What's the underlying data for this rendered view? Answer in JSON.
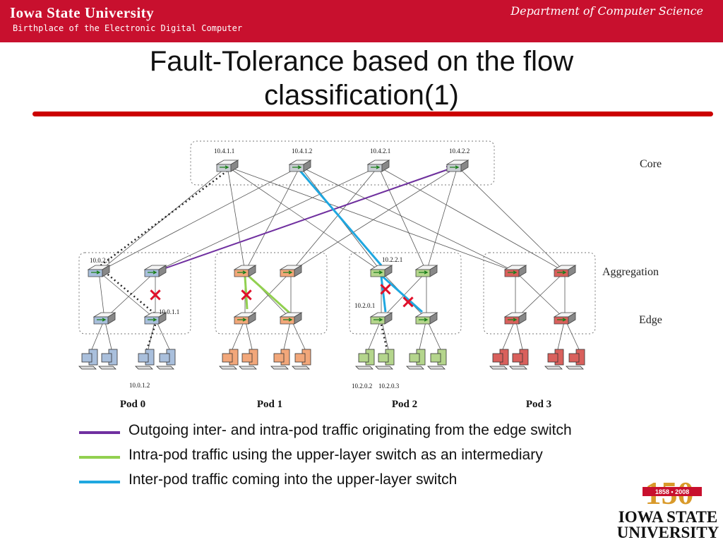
{
  "header": {
    "university": "Iowa State University",
    "tagline": "Birthplace of the Electronic Digital Computer",
    "department": "Department of Computer Science",
    "brand_color": "#c8102e"
  },
  "slide": {
    "title_line1": "Fault-Tolerance based on the flow",
    "title_line2": "classification(1)"
  },
  "diagram": {
    "layers": [
      "Core",
      "Aggregation",
      "Edge"
    ],
    "core_addresses": [
      "10.4.1.1",
      "10.4.1.2",
      "10.4.2.1",
      "10.4.2.2"
    ],
    "pods": [
      "Pod 0",
      "Pod 1",
      "Pod 2",
      "Pod 3"
    ],
    "pod_colors": [
      "#a9bfdc",
      "#f2a77a",
      "#b4d58c",
      "#d9605c"
    ],
    "labels": {
      "pod0_agg": "10.0.2.1",
      "pod0_edge": "10.0.1.1",
      "pod0_host": "10.0.1.2",
      "pod2_agg": "10.2.2.1",
      "pod2_edge": "10.2.0.1",
      "pod2_host_a": "10.2.0.2",
      "pod2_host_b": "10.2.0.3"
    },
    "failure_marker": "×"
  },
  "legend": [
    {
      "label": "Outgoing inter- and intra-pod traffic originating from the edge switch",
      "color": "#7030a0"
    },
    {
      "label": "Intra-pod traffic using the upper-layer switch as an intermediary",
      "color": "#92d050"
    },
    {
      "label": "Inter-pod traffic coming into the upper-layer switch",
      "color": "#1fa7e0"
    }
  ],
  "logo": {
    "years": "1858 • 2008",
    "number": "150",
    "text_line1": "IOWA STATE",
    "text_line2": "UNIVERSITY"
  }
}
